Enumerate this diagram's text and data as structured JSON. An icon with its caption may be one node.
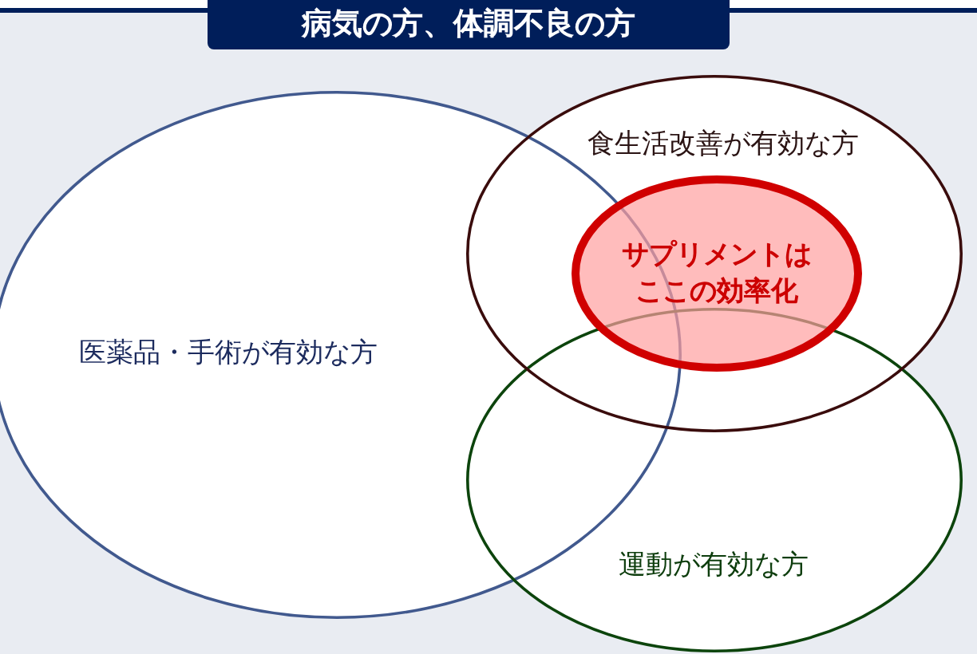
{
  "diagram": {
    "title": "病気の方、体調不良の方",
    "nodes": [
      {
        "text": [
          "医薬品・手術が有効な方"
        ]
      },
      {
        "text": [
          "食生活改善が有効な方"
        ]
      },
      {
        "text": [
          "サプリメントはここの効率化"
        ],
        "in": 1
      },
      {
        "text": [
          "運動が有効な方"
        ]
      }
    ]
  }
}
